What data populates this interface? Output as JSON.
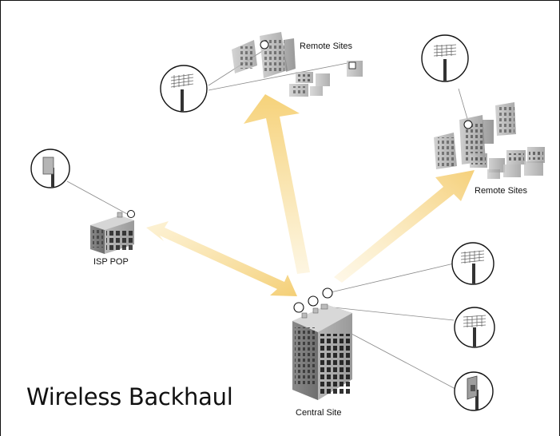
{
  "diagram": {
    "title": "Wireless Backhaul",
    "labels": {
      "remote_sites_top": "Remote Sites",
      "remote_sites_right": "Remote Sites",
      "isp_pop": "ISP POP",
      "central_site": "Central Site"
    },
    "icons": {
      "grid_antenna": "grid-antenna-icon",
      "panel_antenna": "panel-antenna-icon",
      "dish_antenna": "dish-antenna-icon",
      "building": "office-building-icon"
    },
    "colors": {
      "arrow_fill": "#f7d98a",
      "arrow_fade": "#fdf5dc",
      "building_gray": "#9a9a9a",
      "line_gray": "#8a8a8a"
    }
  }
}
